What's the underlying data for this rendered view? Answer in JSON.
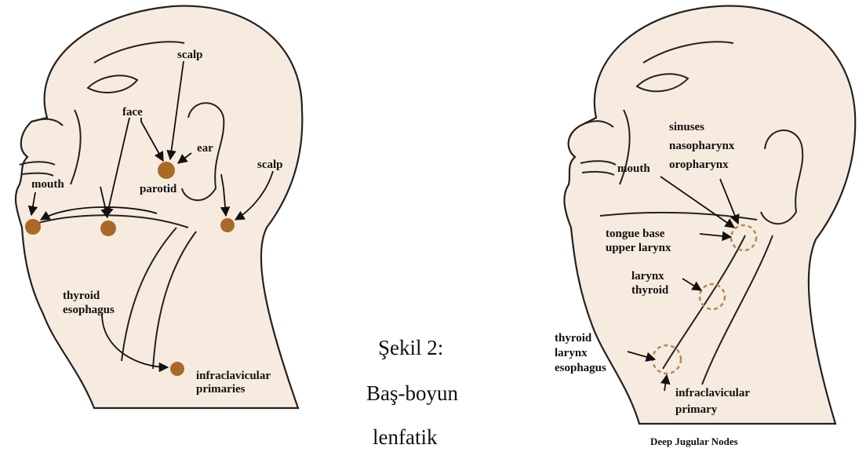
{
  "colors": {
    "skin": "#f7ebdf",
    "outline": "#222222",
    "node_fill": "#a86a26",
    "node_ring": "#b58a58"
  },
  "left_figure": {
    "labels": {
      "scalp_top": "scalp",
      "face": "face",
      "ear": "ear",
      "scalp_right": "scalp",
      "mouth": "mouth",
      "parotid": "parotid",
      "thyroid": "thyroid",
      "esophagus": "esophagus",
      "infraclavicular": "infraclavicular",
      "primaries": "primaries"
    }
  },
  "caption": {
    "line1": "Şekil 2:",
    "line2": "Baş-boyun",
    "line3": "lenfatik"
  },
  "right_figure": {
    "labels": {
      "sinuses": "sinuses",
      "nasopharynx": "nasopharynx",
      "oropharynx": "oropharynx",
      "mouth": "mouth",
      "tongue_base": "tongue base",
      "upper_larynx": "upper larynx",
      "larynx": "larynx",
      "thyroid": "thyroid",
      "thyroid2": "thyroid",
      "larynx2": "larynx",
      "esophagus": "esophagus",
      "infraclavicular": "infraclavicular",
      "primary": "primary"
    },
    "title": "Deep Jugular Nodes"
  }
}
